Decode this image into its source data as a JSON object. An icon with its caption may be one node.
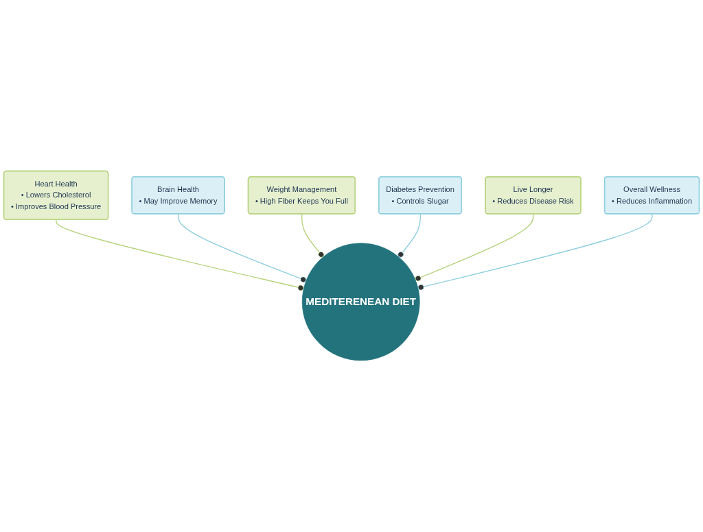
{
  "diagram": {
    "nodes": [
      {
        "text": [
          "MEDITERENEAN DIET"
        ]
      },
      {
        "text": [
          "Heart Health",
          "• Lowers Cholesterol",
          "• Improves Blood Pressure"
        ]
      },
      {
        "text": [
          "Brain Health",
          "• May Improve Memory"
        ]
      },
      {
        "text": [
          "Weight Management",
          "• High Fiber Keeps You Full"
        ]
      },
      {
        "text": [
          "Diabetes Prevention",
          "• Controls Slugar"
        ]
      },
      {
        "text": [
          "Live Longer",
          "• Reduces Disease Risk"
        ]
      },
      {
        "text": [
          "Overall Wellness",
          "• Reduces Inflammation"
        ]
      }
    ],
    "edges": [
      {
        "from": 1,
        "to": 0,
        "arrow": "other",
        "color": "#b7d37f"
      },
      {
        "from": 2,
        "to": 0,
        "arrow": "other",
        "color": "#8fcfe0"
      },
      {
        "from": 3,
        "to": 0,
        "arrow": "other",
        "color": "#b7d37f"
      },
      {
        "from": 4,
        "to": 0,
        "arrow": "other",
        "color": "#8fcfe0"
      },
      {
        "from": 5,
        "to": 0,
        "arrow": "other",
        "color": "#b7d37f"
      },
      {
        "from": 6,
        "to": 0,
        "arrow": "other",
        "color": "#8fcfe0"
      }
    ]
  }
}
